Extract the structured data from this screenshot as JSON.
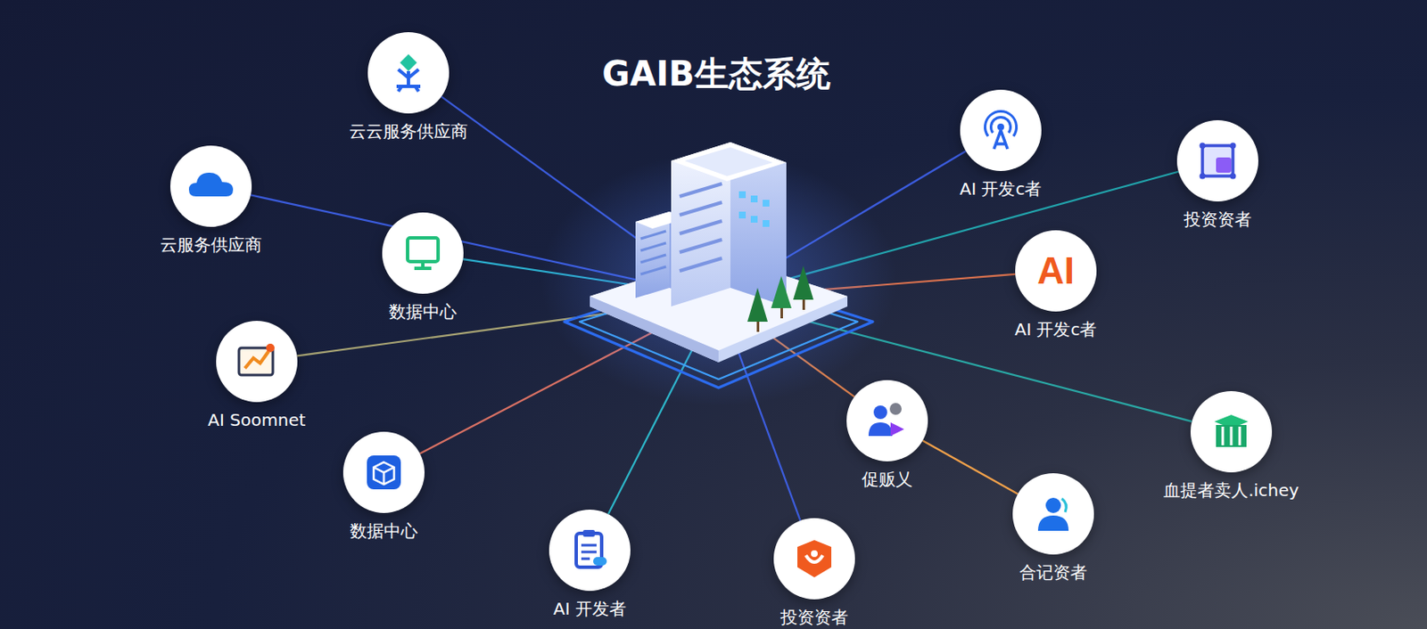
{
  "diagram": {
    "title": "GAIB生态系统",
    "nodes": [
      {
        "text": [
          "云云服务供应商"
        ]
      },
      {
        "text": [
          "云服务供应商"
        ]
      },
      {
        "text": [
          "数据中心"
        ]
      },
      {
        "text": [
          "AI Soomnet"
        ]
      },
      {
        "text": [
          "数据中心"
        ]
      },
      {
        "text": [
          "AI  开发者"
        ]
      },
      {
        "text": [
          "投资资者"
        ]
      },
      {
        "text": [
          "AI  开发c者"
        ]
      },
      {
        "text": [
          "投资资者"
        ]
      },
      {
        "text": [
          "AI",
          "AI  开发c者"
        ]
      },
      {
        "text": [
          "促贩乂"
        ]
      },
      {
        "text": [
          "血提者卖人.ichey"
        ]
      },
      {
        "text": [
          "合记资者"
        ]
      }
    ],
    "edges": [
      {
        "from": 10,
        "to": 12,
        "arrow": "none"
      }
    ]
  }
}
